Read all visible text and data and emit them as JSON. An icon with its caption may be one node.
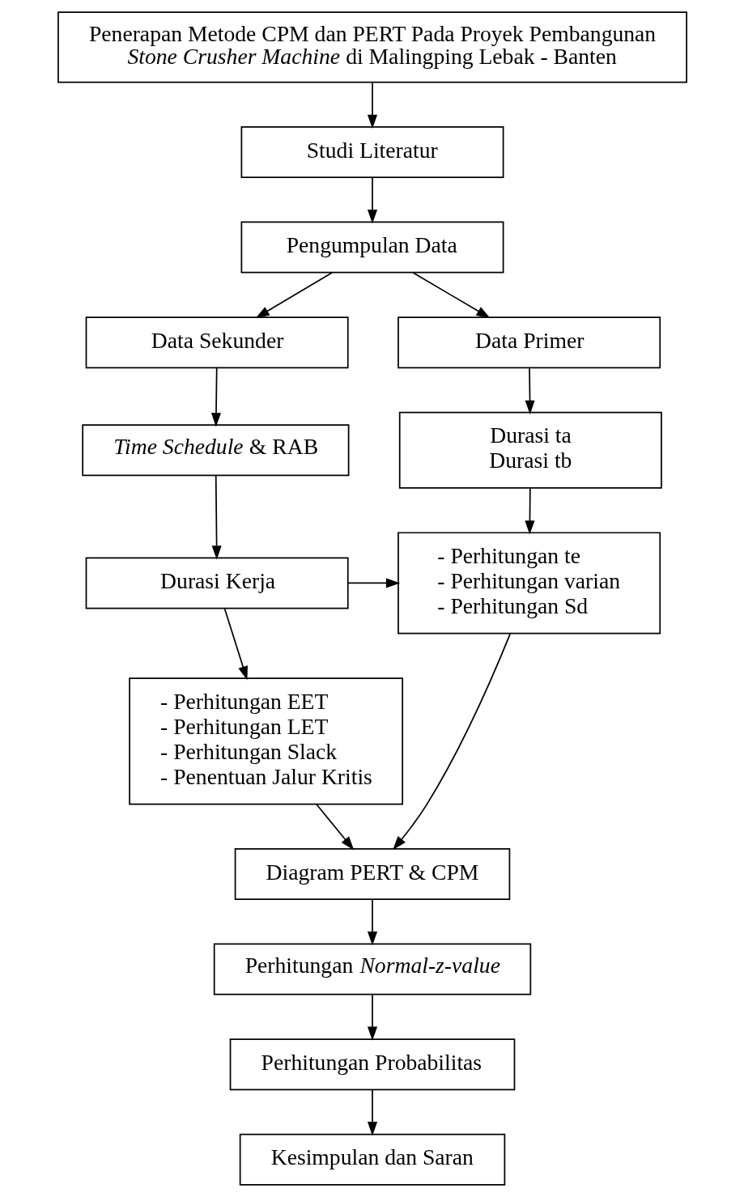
{
  "diagram": {
    "nodes": [
      {
        "text": [
          "Penerapan Metode CPM dan PERT Pada Proyek Pembangunan *Stone Crusher Machine* di Malingping Lebak - Banten"
        ]
      },
      {
        "text": [
          "Studi Literatur"
        ]
      },
      {
        "text": [
          "Pengumpulan Data"
        ]
      },
      {
        "text": [
          "Data Sekunder"
        ]
      },
      {
        "text": [
          "Data Primer"
        ]
      },
      {
        "text": [
          "*Time Schedule* & RAB"
        ]
      },
      {
        "text": [
          "Durasi ta",
          "Durasi tb"
        ]
      },
      {
        "text": [
          "Durasi Kerja"
        ]
      },
      {
        "text": [
          "- Perhitungan te",
          "- Perhitungan varian",
          "- Perhitungan Sd"
        ]
      },
      {
        "text": [
          "- Perhitungan EET",
          "- Perhitungan LET",
          "- Perhitungan Slack",
          "- Penentuan Jalur Kritis"
        ]
      },
      {
        "text": [
          "Diagram PERT & CPM"
        ]
      },
      {
        "text": [
          "Perhitungan *Normal-z-value*"
        ]
      },
      {
        "text": [
          "Perhitungan Probabilitas"
        ]
      },
      {
        "text": [
          "Kesimpulan dan Saran"
        ]
      }
    ],
    "edges": [
      {
        "from": 0,
        "to": 1,
        "arrow": "to"
      },
      {
        "from": 1,
        "to": 2,
        "arrow": "to"
      },
      {
        "from": 2,
        "to": 3,
        "arrow": "to"
      },
      {
        "from": 2,
        "to": 4,
        "arrow": "to"
      },
      {
        "from": 3,
        "to": 5,
        "arrow": "to"
      },
      {
        "from": 4,
        "to": 6,
        "arrow": "to"
      },
      {
        "from": 5,
        "to": 7,
        "arrow": "to"
      },
      {
        "from": 6,
        "to": 8,
        "arrow": "to"
      },
      {
        "from": 7,
        "to": 8,
        "arrow": "to"
      },
      {
        "from": 7,
        "to": 9,
        "arrow": "to"
      },
      {
        "from": 9,
        "to": 10,
        "arrow": "to"
      },
      {
        "from": 8,
        "to": 10,
        "arrow": "to"
      },
      {
        "from": 10,
        "to": 11,
        "arrow": "to"
      },
      {
        "from": 11,
        "to": 12,
        "arrow": "to"
      },
      {
        "from": 12,
        "to": 13,
        "arrow": "to"
      }
    ]
  }
}
